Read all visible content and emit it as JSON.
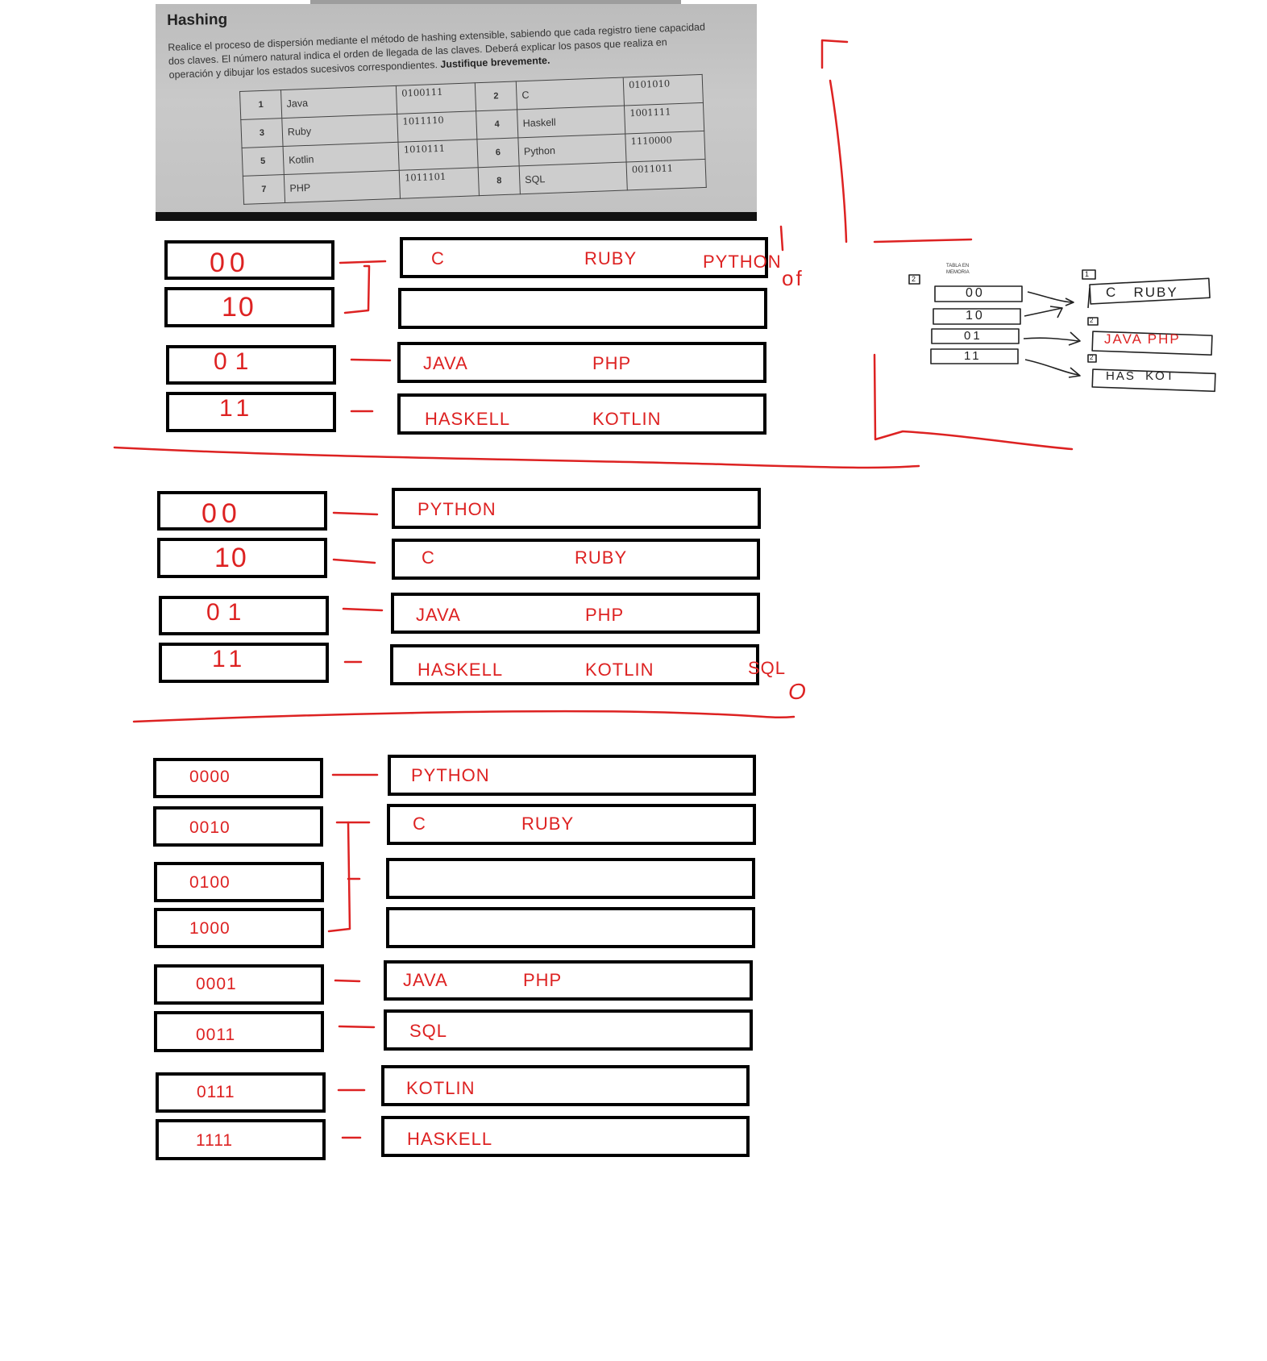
{
  "problem": {
    "title": "Hashing",
    "text_parts": [
      "Realice el proceso de dispersión mediante el método de hashing extensible, sabiendo que cada registro tiene capacidad",
      "dos claves. El número natural indica el orden de llegada de las claves. Deberá explicar los pasos que realiza en",
      "operación y dibujar los estados sucesivos correspondientes. "
    ],
    "text_bold": "Justifique brevemente.",
    "table": [
      {
        "n1": "1",
        "k1": "Java",
        "b1": "0100111",
        "n2": "2",
        "k2": "C",
        "b2": "0101010"
      },
      {
        "n1": "3",
        "k1": "Ruby",
        "b1": "1011110",
        "n2": "4",
        "k2": "Haskell",
        "b2": "1001111"
      },
      {
        "n1": "5",
        "k1": "Kotlin",
        "b1": "1010111",
        "n2": "6",
        "k2": "Python",
        "b2": "1110000"
      },
      {
        "n1": "7",
        "k1": "PHP",
        "b1": "1011101",
        "n2": "8",
        "k2": "SQL",
        "b2": "0011011"
      }
    ]
  },
  "state1": {
    "directory": [
      "00",
      "10",
      "01",
      "11"
    ],
    "buckets": [
      [
        "C",
        "RUBY",
        "PYTHON"
      ],
      [],
      [
        "JAVA",
        "PHP"
      ],
      [
        "HASKELL",
        "KOTLIN"
      ]
    ],
    "overflow_note": "of"
  },
  "state2": {
    "directory": [
      "00",
      "10",
      "01",
      "11"
    ],
    "buckets": [
      [
        "PYTHON"
      ],
      [
        "C",
        "RUBY"
      ],
      [
        "JAVA",
        "PHP"
      ],
      [
        "HASKELL",
        "KOTLIN",
        "SQL"
      ]
    ],
    "overflow_note": "O"
  },
  "state3": {
    "directory": [
      "0000",
      "0010",
      "0100",
      "1000",
      "0001",
      "0011",
      "0111",
      "1111"
    ],
    "buckets": [
      [
        "PYTHON"
      ],
      [
        "C",
        "RUBY"
      ],
      [],
      [],
      [
        "JAVA",
        "PHP"
      ],
      [
        "SQL"
      ],
      [
        "KOTLIN"
      ],
      [
        "HASKELL"
      ]
    ]
  },
  "reference_sketch": {
    "caption": [
      "TABLA EN",
      "MEMORIA"
    ],
    "directory": [
      "00",
      "10",
      "01",
      "11"
    ],
    "depth_marks": [
      "2",
      "1",
      "2",
      "2"
    ],
    "buckets": [
      "C   RUBY",
      "JAVA PHP",
      "HAS  KOT"
    ]
  },
  "colors": {
    "ink": "#dd2222",
    "box": "#000000",
    "photo": "#c4c4c4"
  }
}
